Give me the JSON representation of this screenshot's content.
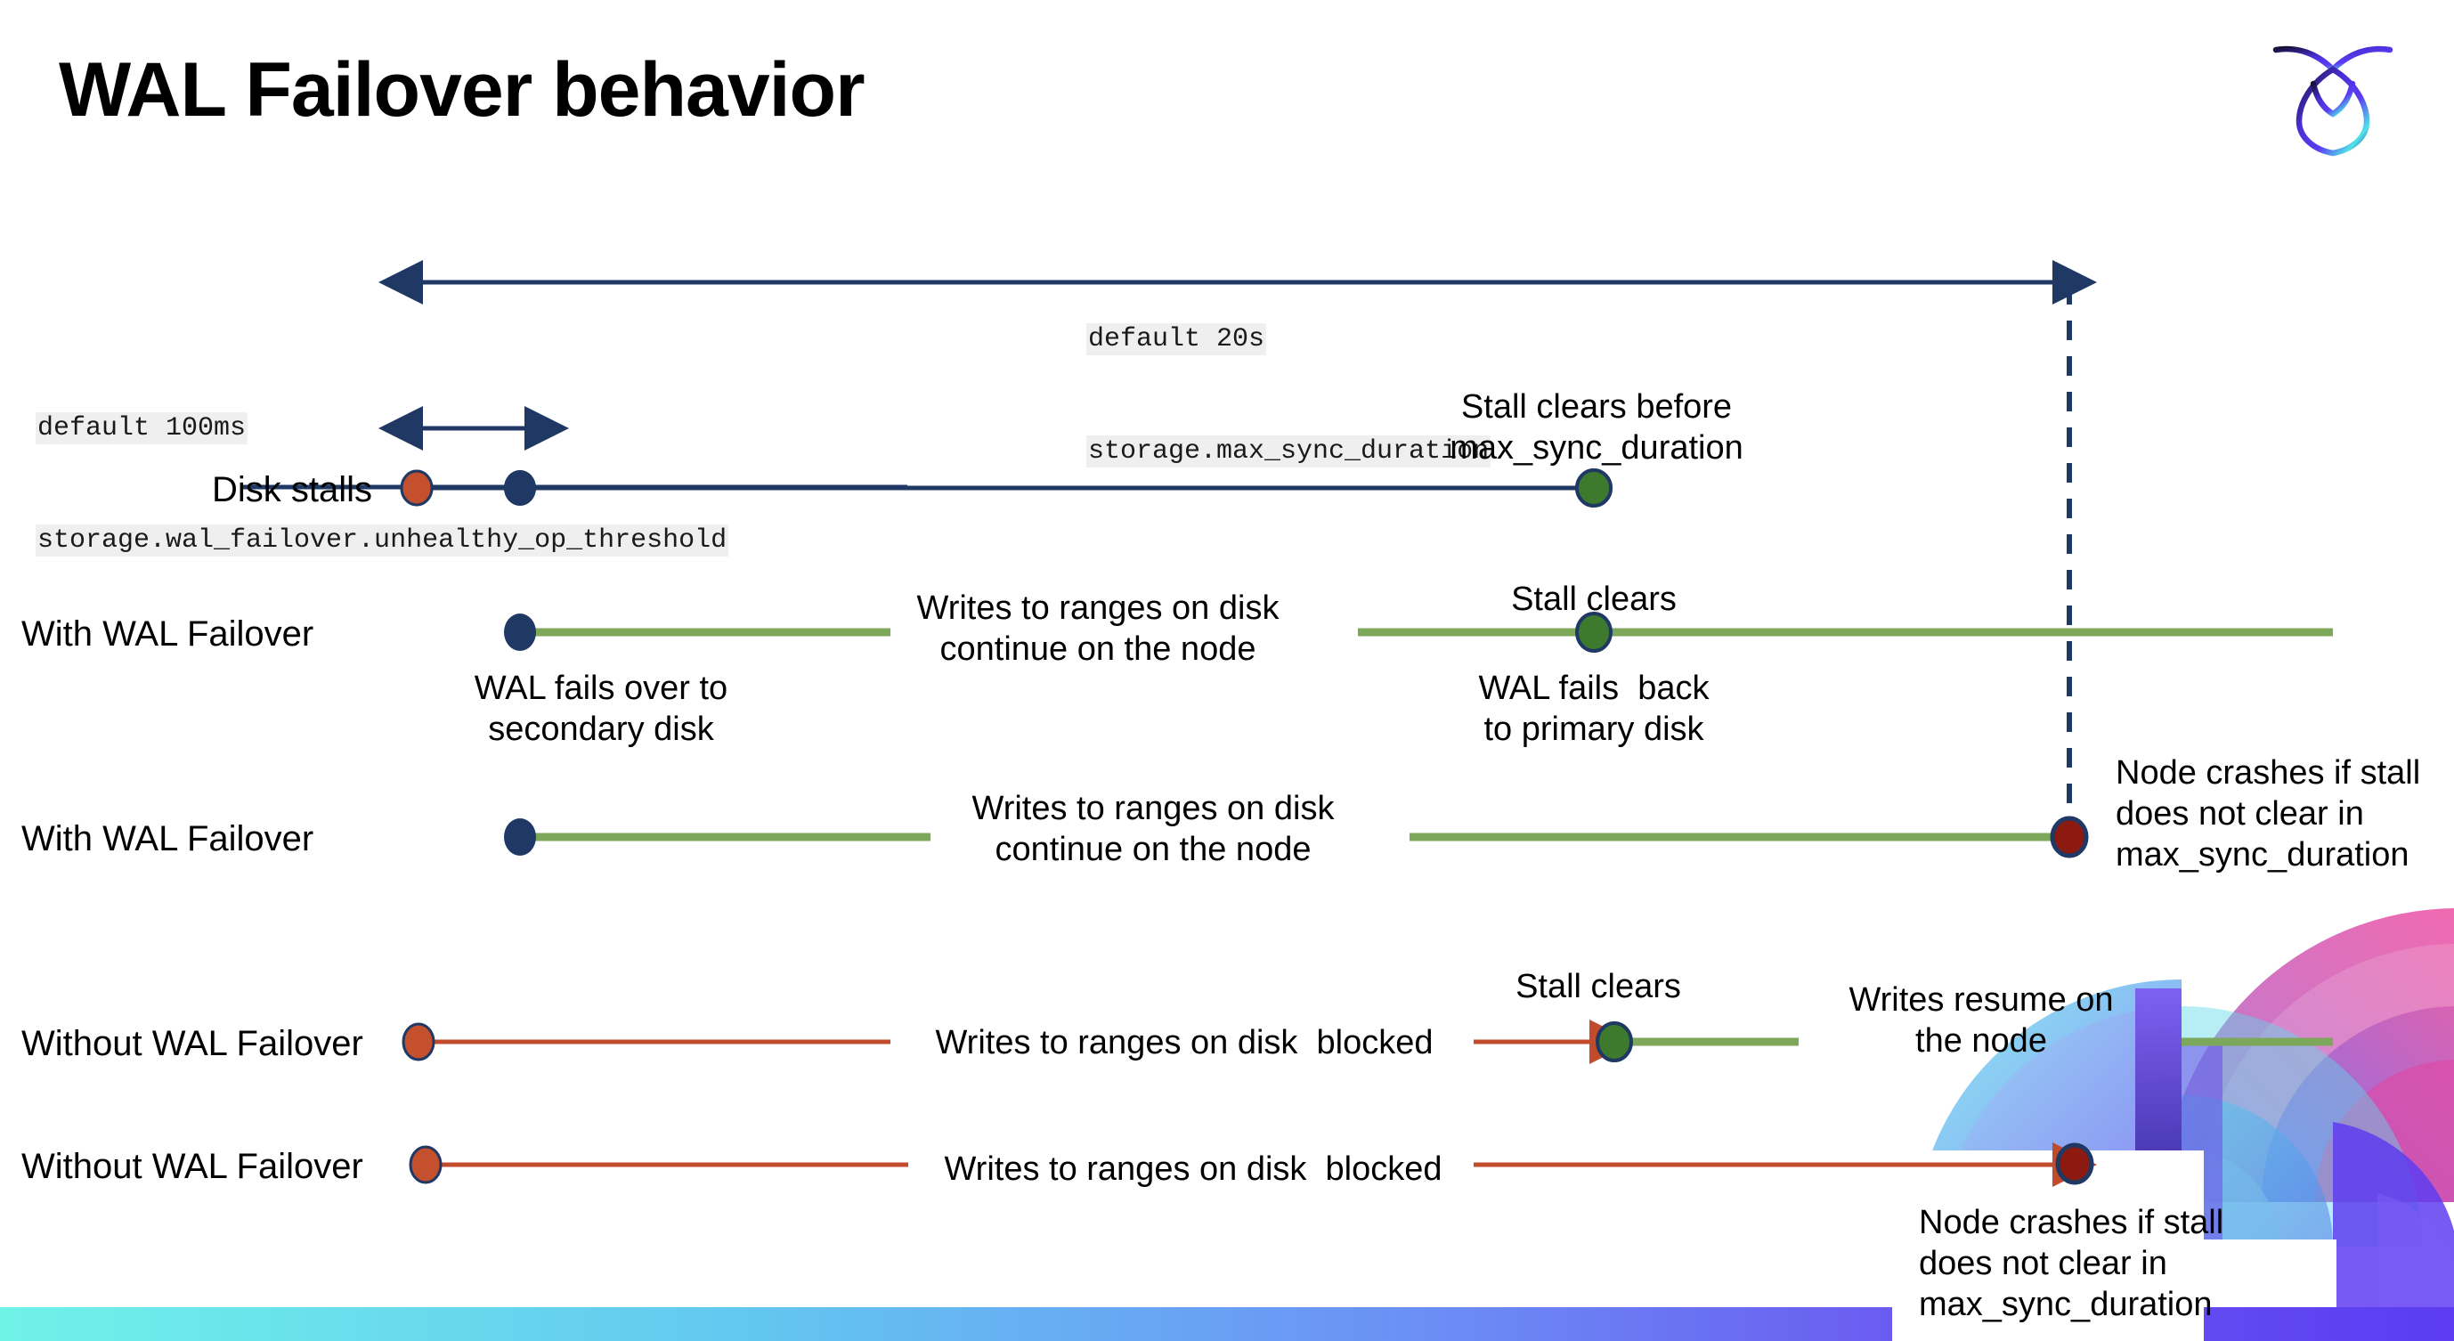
{
  "slide": {
    "title": "WAL Failover behavior",
    "logo_name": "cockroachdb-logo"
  },
  "annotations": {
    "max_sync": {
      "line1": "default 20s",
      "line2": "storage.max_sync_duration"
    },
    "unhealthy": {
      "line1": "default 100ms",
      "line2": "storage.wal_failover.unhealthy_op_threshold"
    }
  },
  "rows": [
    {
      "label": "Disk stalls",
      "above_note": "Stall clears before\nmax_sync_duration"
    },
    {
      "label": "With WAL Failover",
      "mid_note": "Writes to ranges on disk\ncontinue on the node",
      "below_note_left": "WAL fails over to\nsecondary disk",
      "above_note_right": "Stall clears",
      "below_note_right": "WAL fails  back\nto primary disk"
    },
    {
      "label": "With WAL Failover",
      "mid_note": "Writes to ranges on disk\ncontinue on the node",
      "crash_note": "Node crashes if stall\ndoes not clear in\nmax_sync_duration"
    },
    {
      "label": "Without WAL Failover",
      "mid_note": "Writes to ranges on disk  blocked",
      "above_note_right": "Stall clears",
      "resume_note": "Writes resume on\nthe node"
    },
    {
      "label": "Without WAL Failover",
      "mid_note": "Writes to ranges on disk  blocked",
      "crash_note": "Node crashes if stall\ndoes not clear in\nmax_sync_duration"
    }
  ],
  "chart_data": {
    "type": "timeline",
    "title": "WAL Failover behavior",
    "xlabel": "",
    "ylabel": "",
    "markers": {
      "stall_start": "red-dot",
      "failover": "navy-dot",
      "stall_clear": "green-dot",
      "crash": "darkred-dot"
    },
    "series": [
      {
        "name": "Disk stalls",
        "start_x": 267,
        "failover_x": 333,
        "clear_x": 1019,
        "y": 547
      },
      {
        "name": "With WAL Failover (clears)",
        "start_x": 333,
        "clear_x": 1019,
        "end_x": 2620,
        "y": 709
      },
      {
        "name": "With WAL Failover (crash)",
        "start_x": 333,
        "crash_x": 1325,
        "y": 940
      },
      {
        "name": "Without WAL Failover (clears)",
        "start_x": 267,
        "clear_x": 1032,
        "y": 1169
      },
      {
        "name": "Without WAL Failover (crash)",
        "start_x": 272,
        "crash_x": 1325,
        "y": 1307
      }
    ],
    "durations": [
      {
        "name": "storage.max_sync_duration",
        "value": "20s",
        "from_x": 265,
        "to_x": 2323,
        "y": 317
      },
      {
        "name": "storage.wal_failover.unhealthy_op_threshold",
        "value": "100ms",
        "from_x": 265,
        "to_x": 343,
        "y": 481
      }
    ]
  },
  "colors": {
    "navy": "#1F3864",
    "green_line": "#7DA75A",
    "green_dot": "#3E7A2E",
    "red_dot": "#C5502E",
    "dark_red": "#8C1A10",
    "red_line": "#C14B2A",
    "code_bg": "#EFEFEF"
  }
}
